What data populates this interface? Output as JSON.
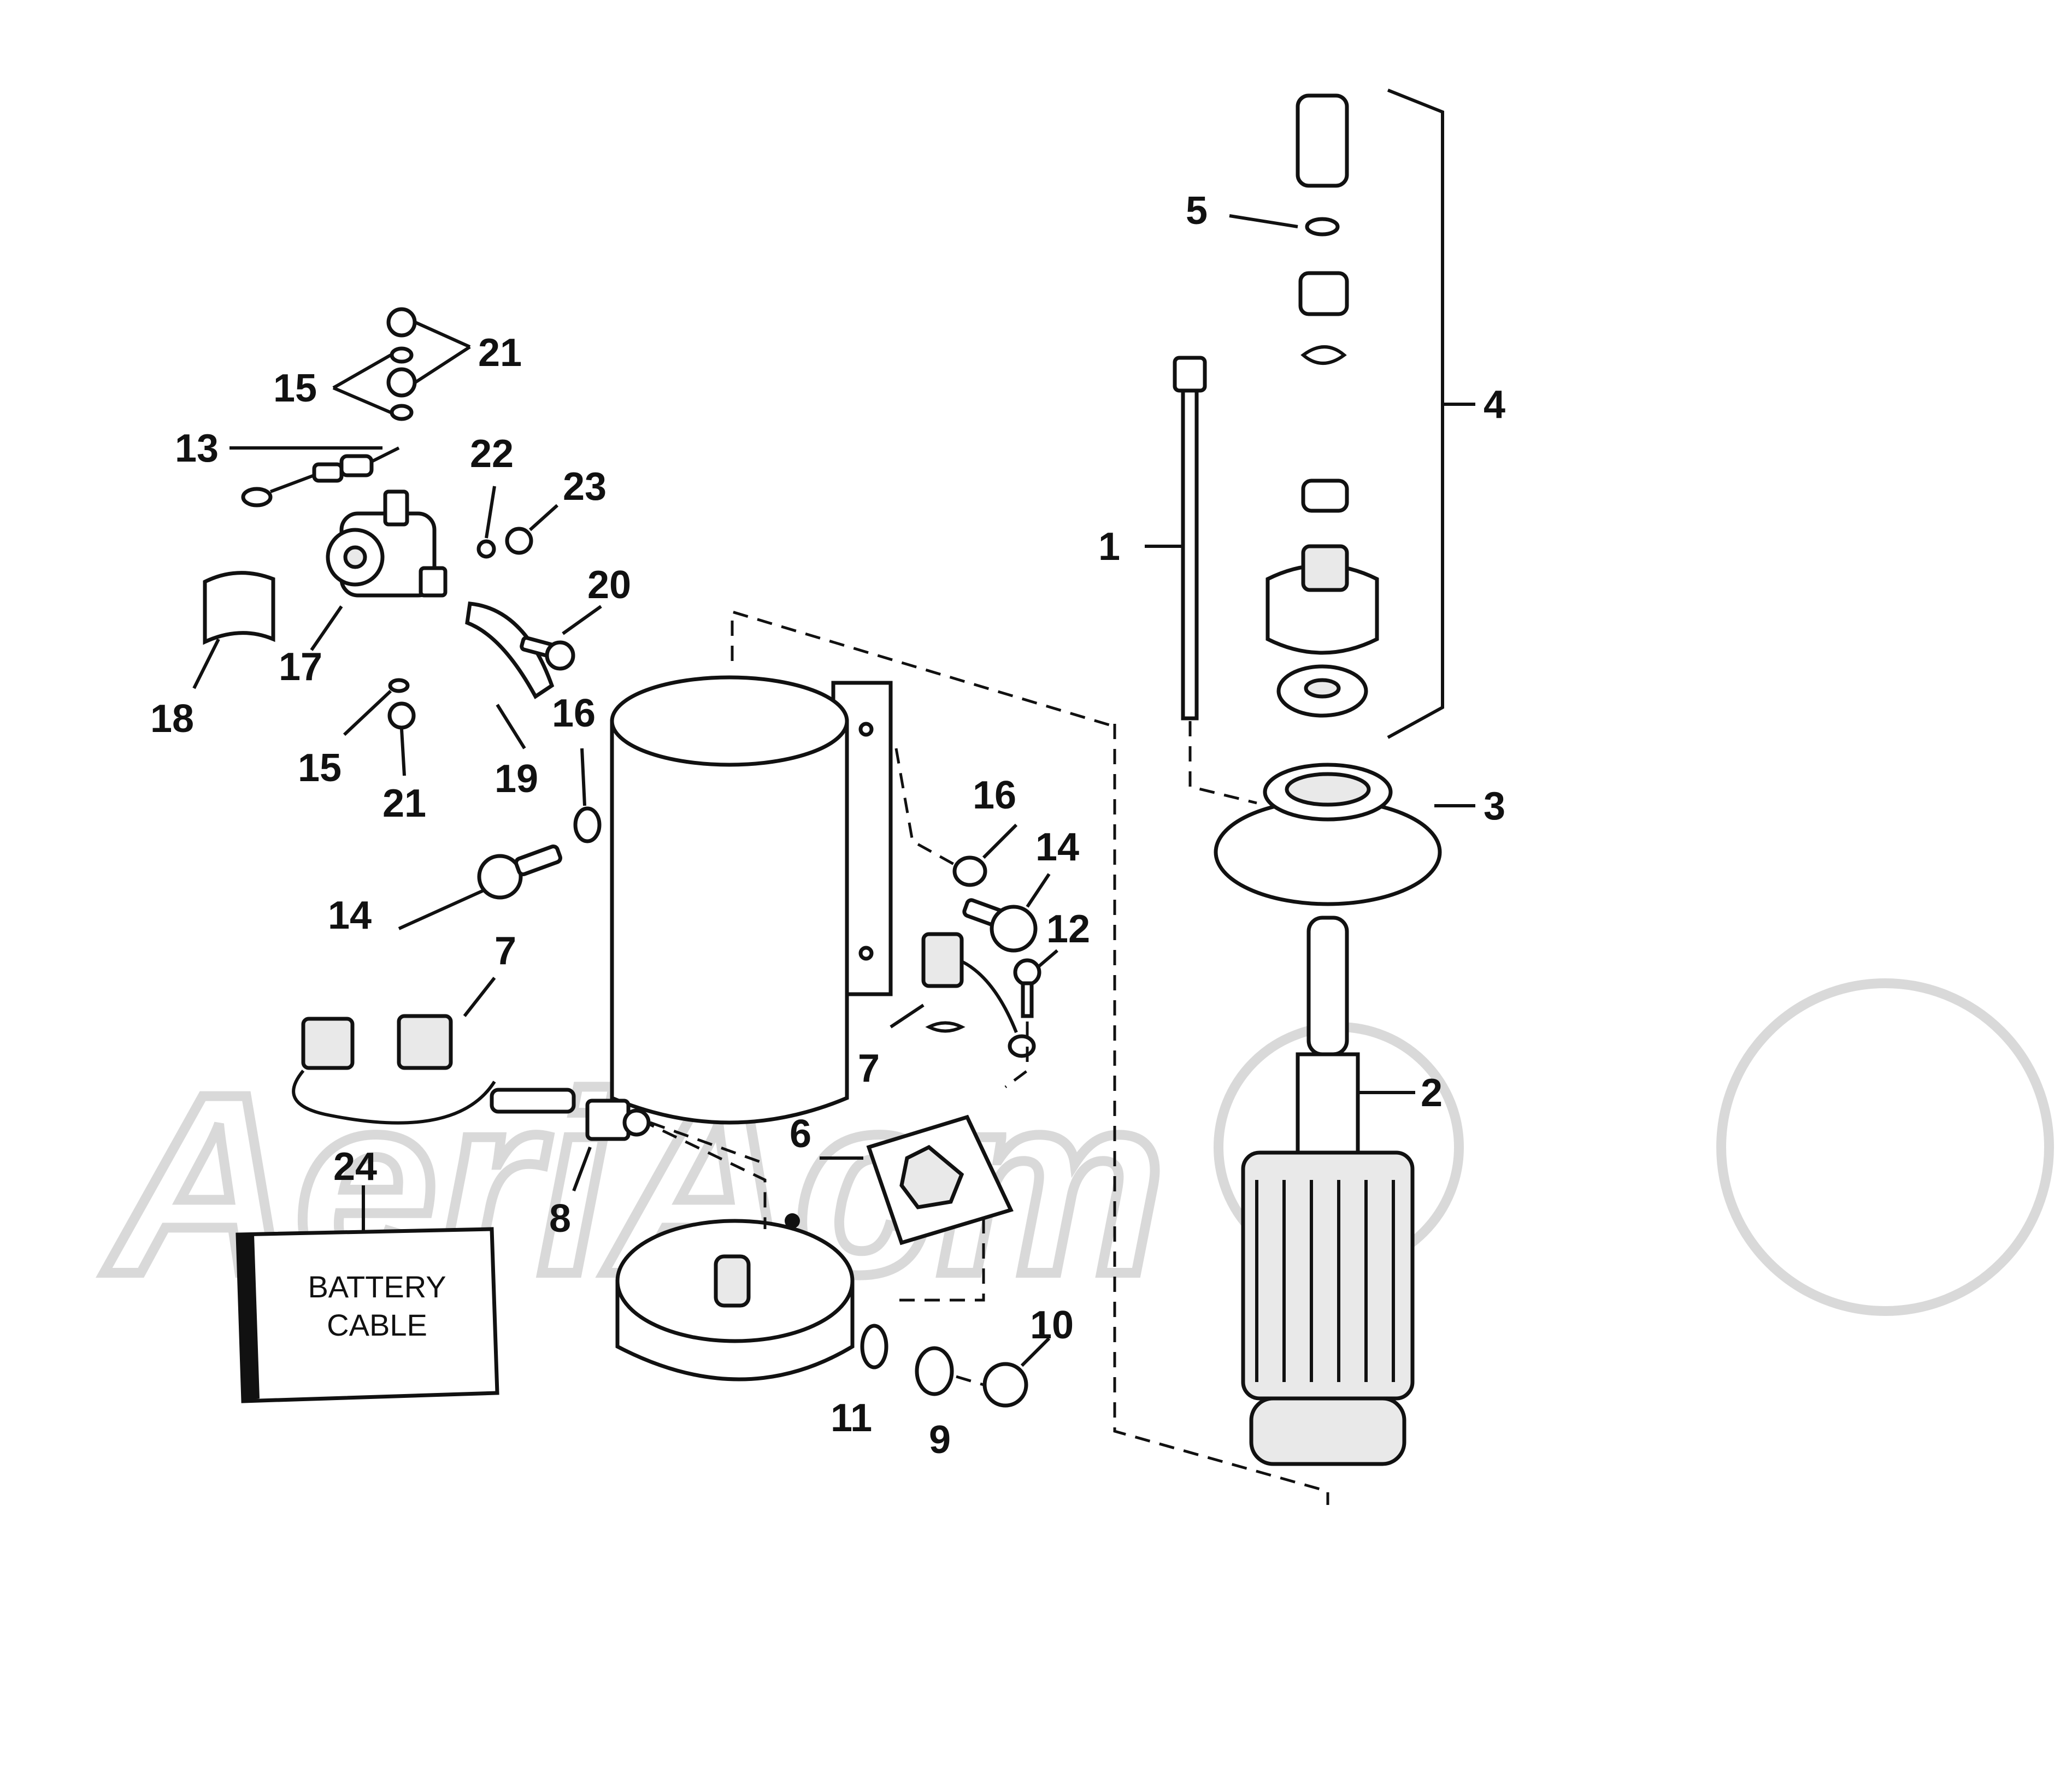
{
  "colors": {
    "ink": "#111111",
    "watermark": "#d9d9d9",
    "background": "#ffffff"
  },
  "watermark": {
    "text": "AeriAcm"
  },
  "battery_box": {
    "line1": "BATTERY",
    "line2": "CABLE"
  },
  "callouts": {
    "c1": "1",
    "c2": "2",
    "c3": "3",
    "c4": "4",
    "c5": "5",
    "c6": "6",
    "c7a": "7",
    "c7b": "7",
    "c8": "8",
    "c9": "9",
    "c10": "10",
    "c11": "11",
    "c12": "12",
    "c13": "13",
    "c14a": "14",
    "c14b": "14",
    "c15a": "15",
    "c15b": "15",
    "c16a": "16",
    "c16b": "16",
    "c17": "17",
    "c18": "18",
    "c19": "19",
    "c20": "20",
    "c21a": "21",
    "c21b": "21",
    "c22": "22",
    "c23": "23",
    "c24": "24"
  }
}
